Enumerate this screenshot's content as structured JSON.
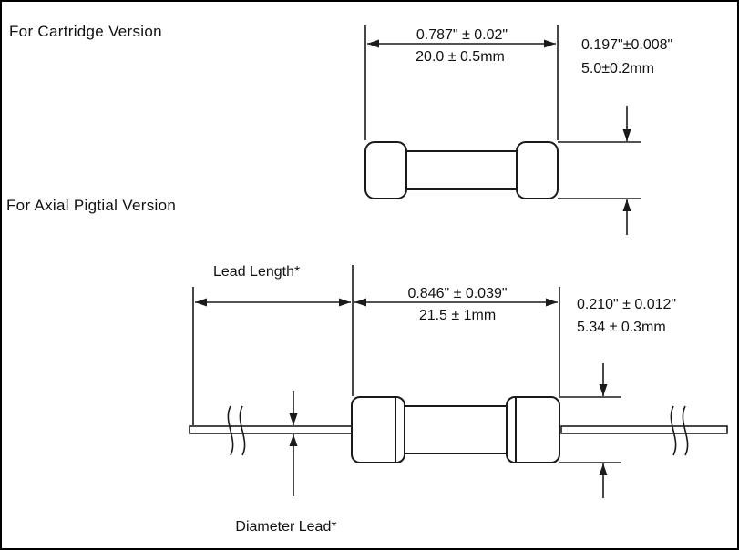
{
  "sections": {
    "cartridge": {
      "title": "For Cartridge Version",
      "length_in": "0.787\" ± 0.02\"",
      "length_mm": "20.0 ± 0.5mm",
      "diameter_in": "0.197\"±0.008\"",
      "diameter_mm": "5.0±0.2mm"
    },
    "axial": {
      "title": "For Axial Pigtial Version",
      "lead_length_label": "Lead Length*",
      "length_in": "0.846\" ± 0.039\"",
      "length_mm": "21.5 ± 1mm",
      "diameter_in": "0.210\" ± 0.012\"",
      "diameter_mm": "5.34 ± 0.3mm",
      "diameter_lead_label": "Diameter Lead*"
    }
  },
  "colors": {
    "line": "#1a1a1a",
    "background": "#ffffff"
  }
}
